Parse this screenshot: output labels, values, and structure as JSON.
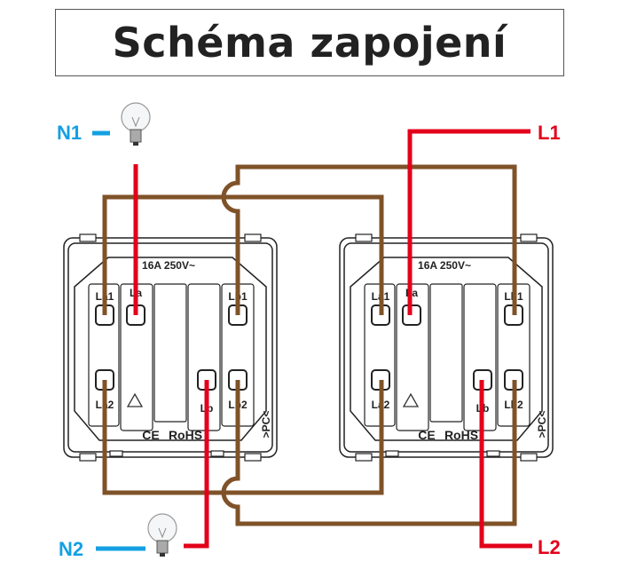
{
  "title": "Schéma zapojení",
  "switch": {
    "rating": "16A 250V~",
    "terminals": {
      "La1": "La1",
      "La": "La",
      "Lb1": "Lb1",
      "La2": "La2",
      "Lb": "Lb",
      "Lb2": "Lb2"
    },
    "marks": {
      "ce": "CE",
      "rohs": "RoHS",
      "material": ">PC<"
    }
  },
  "labels": {
    "n1": "N1",
    "n2": "N2",
    "l1": "L1",
    "l2": "L2"
  },
  "colors": {
    "phase": "#e3001b",
    "neutral": "#14a0e3",
    "traveler": "#7f5228"
  },
  "icons": {
    "lamp": "light-bulb-icon",
    "recycle": "recycle-icon"
  }
}
